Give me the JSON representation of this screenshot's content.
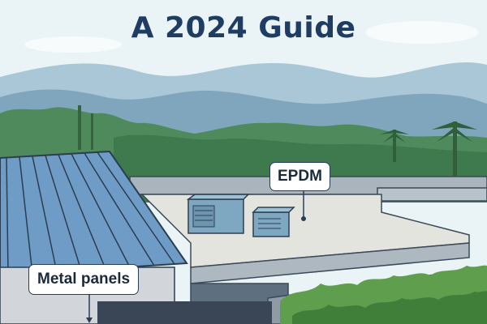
{
  "header": {
    "title": "A 2024 Guide"
  },
  "callouts": {
    "epdm": "EPDM",
    "metal_panels": "Metal panels"
  },
  "colors": {
    "sky": "#e9f3f6",
    "mountains": "#8fb3c8",
    "foliage": "#3f7a4e",
    "metal_roof": "#6f9cc6",
    "flat_roof": "#e3e4df",
    "title": "#1f3d63"
  }
}
